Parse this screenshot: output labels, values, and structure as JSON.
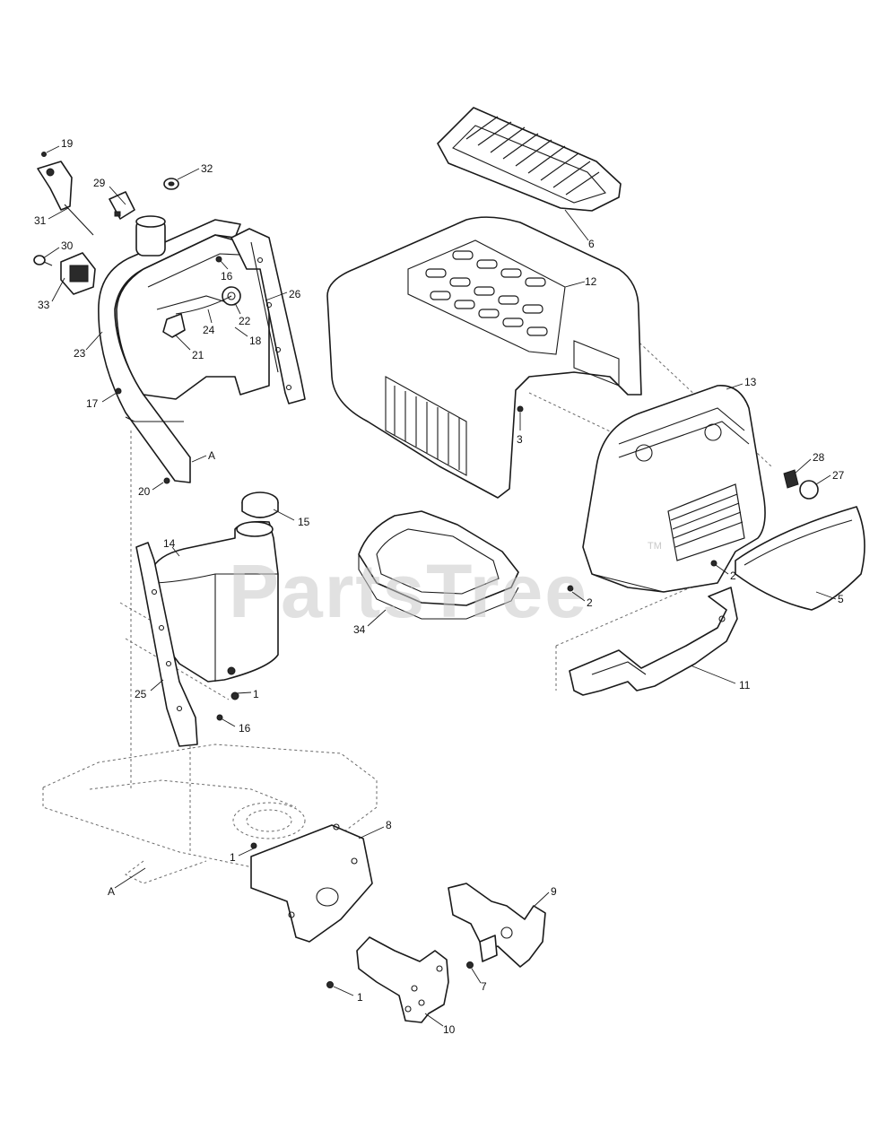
{
  "watermark": {
    "text": "PartsTree",
    "trademark": "TM",
    "color": "#c8c8c8"
  },
  "callouts": {
    "c19": "19",
    "c29": "29",
    "c32": "32",
    "c31": "31",
    "c30": "30",
    "c33": "33",
    "c16a": "16",
    "c22": "22",
    "c26": "26",
    "c24": "24",
    "c18": "18",
    "c23": "23",
    "c21": "21",
    "c17": "17",
    "cA1": "A",
    "c20": "20",
    "c15": "15",
    "c14": "14",
    "c25": "25",
    "c1a": "1",
    "c16b": "16",
    "c6": "6",
    "c12": "12",
    "c3": "3",
    "c13": "13",
    "c28": "28",
    "c27": "27",
    "c2a": "2",
    "c2b": "2",
    "c5": "5",
    "c34": "34",
    "c11": "11",
    "c8": "8",
    "c1b": "1",
    "cA2": "A",
    "c9": "9",
    "c7": "7",
    "c1c": "1",
    "c10": "10"
  }
}
